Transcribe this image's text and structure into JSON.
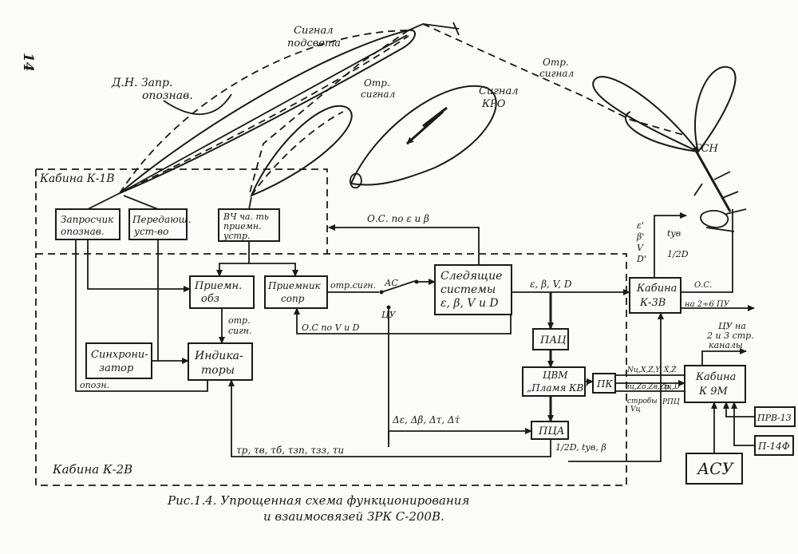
{
  "page_number": "14",
  "caption": {
    "line1": "Рис.1.4.   Упрощенная схема функционирования",
    "line2": "и взаимосвязей ЗРК С-200В."
  },
  "cabins": {
    "k1b": "Кабина К-1В",
    "k2v": "Кабина К-2В"
  },
  "beams": {
    "illum": [
      "Сигнал",
      "подсвета"
    ],
    "dn": [
      "Д.Н. Запр.",
      "опознав."
    ],
    "refl_left": [
      "Отр.",
      "сигнал"
    ],
    "kro": [
      "Сигнал",
      "КРО"
    ],
    "refl_top": [
      "Отр.",
      "сигнал"
    ],
    "gsn": "ГСН"
  },
  "blocks": {
    "zapr": [
      "Запросчик",
      "опознав."
    ],
    "pered": [
      "Передающ.",
      "уст-во"
    ],
    "vch": [
      "ВЧ ча. ть",
      "приемн.",
      "устр."
    ],
    "priem_obz": [
      "Приемн.",
      "обз"
    ],
    "priem_sopr": [
      "Приемник",
      "сопр"
    ],
    "sled": [
      "Следящие",
      "системы",
      "ε, β, V и D"
    ],
    "sinhr": [
      "Синхрони-",
      "затор"
    ],
    "indik": [
      "Индика-",
      "торы"
    ],
    "pac": "ПАЦ",
    "cvm": [
      "ЦВМ",
      "„Пламя КВ“"
    ],
    "pk": "ПК",
    "pca": "ПЦА",
    "k3v": [
      "Кабина",
      "К-3В"
    ],
    "k9m": [
      "Кабина",
      "К 9М"
    ],
    "asu": "АСУ",
    "prv": "ПРВ-13",
    "p14": "П-14Ф"
  },
  "signals": {
    "os_eb": "О.С. по ε и β",
    "os_vd": "О.С по V и D",
    "otr_sign": "отр.сигн.",
    "ac": "АС",
    "cu": "ЦУ",
    "otr_sign2": [
      "отр.",
      "сигн."
    ],
    "opozn": "опозн.",
    "ebvd": "ε, β, V, D",
    "d_errors": "Δε, Δβ, Δτ, Δτ̇",
    "taus": "τp, τв, τб, τзп, τзз, τи",
    "tuv": "1/2D, tув, β",
    "os_right": "О.С.",
    "k3v_params": [
      "ε'",
      "β'",
      "V",
      "D'"
    ],
    "k3v_tuv": [
      "tув",
      "1/2D"
    ],
    "na_pu": "на 2÷6 ПУ",
    "cu_na": [
      "ЦУ на",
      "2 и 3 стр.",
      "каналы"
    ],
    "cvm_k9m_1": "Nц,X,Z,Y,",
    "cvm_k9m_2": "Ẋ,Ż",
    "cvm_k9m_3": "iц,Zо,Zв,Zр",
    "cvm_k9m_4": "tц,D",
    "strob": [
      "стробы",
      "Vц"
    ],
    "rpc": "РПЦ"
  }
}
